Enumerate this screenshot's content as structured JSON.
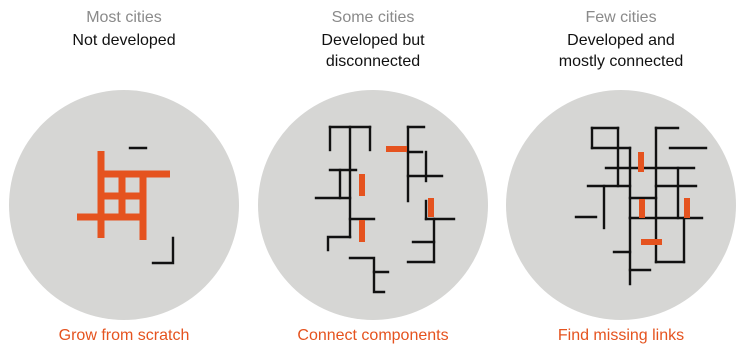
{
  "colors": {
    "circle": "#d6d6d4",
    "street": "#111111",
    "highlight": "#e5531f",
    "category_text": "#8a8a8a"
  },
  "panels": [
    {
      "category": "Most cities",
      "status_lines": [
        "Not developed"
      ],
      "strategy": "Grow from scratch"
    },
    {
      "category": "Some cities",
      "status_lines": [
        "Developed but",
        "disconnected"
      ],
      "strategy": "Connect components"
    },
    {
      "category": "Few cities",
      "status_lines": [
        "Developed and",
        "mostly connected"
      ],
      "strategy": "Find missing links"
    }
  ]
}
